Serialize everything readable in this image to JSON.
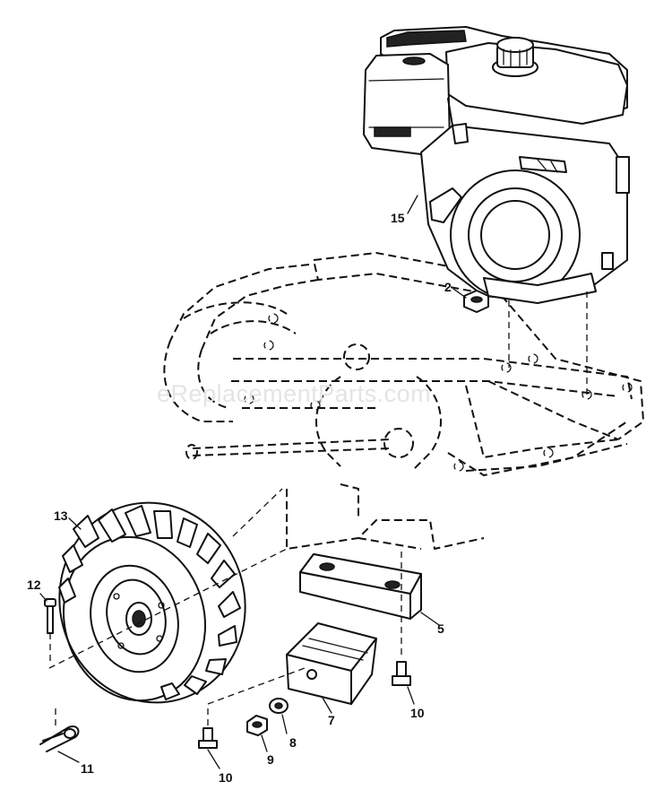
{
  "watermark": "eReplacementParts.com",
  "callouts": [
    {
      "id": "callout-15",
      "text": "15"
    },
    {
      "id": "callout-2",
      "text": "2"
    },
    {
      "id": "callout-13",
      "text": "13"
    },
    {
      "id": "callout-12",
      "text": "12"
    },
    {
      "id": "callout-5",
      "text": "5"
    },
    {
      "id": "callout-10a",
      "text": "10"
    },
    {
      "id": "callout-7",
      "text": "7"
    },
    {
      "id": "callout-8",
      "text": "8"
    },
    {
      "id": "callout-9",
      "text": "9"
    },
    {
      "id": "callout-10b",
      "text": "10"
    },
    {
      "id": "callout-11",
      "text": "11"
    }
  ]
}
